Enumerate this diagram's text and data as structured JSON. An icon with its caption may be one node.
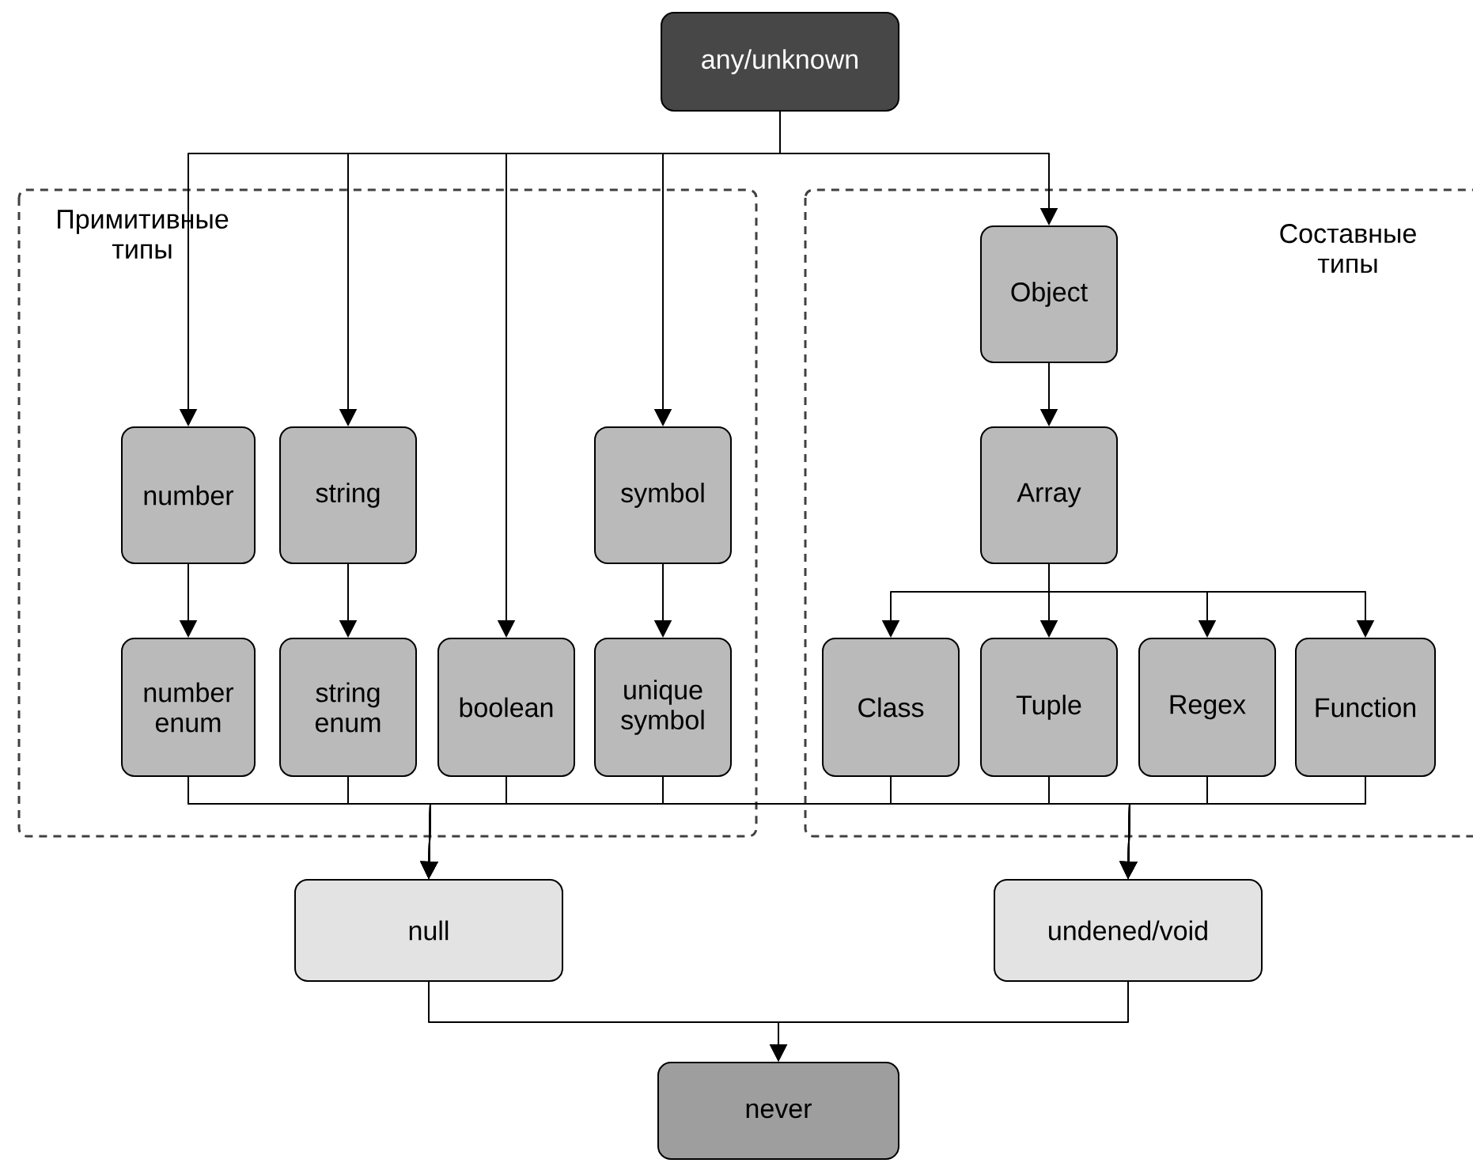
{
  "diagram": {
    "nodes": [
      {
        "text": [
          "any/unknown"
        ]
      },
      {
        "text": [
          "Примитивные типы"
        ]
      },
      {
        "text": [
          "Составные типы"
        ]
      },
      {
        "text": [
          "number"
        ],
        "in": 1
      },
      {
        "text": [
          "string"
        ],
        "in": 1
      },
      {
        "text": [
          "symbol"
        ],
        "in": 1
      },
      {
        "text": [
          "Object"
        ],
        "in": 2
      },
      {
        "text": [
          "Array"
        ],
        "in": 2
      },
      {
        "text": [
          "number enum"
        ],
        "in": 1
      },
      {
        "text": [
          "string enum"
        ],
        "in": 1
      },
      {
        "text": [
          "boolean"
        ],
        "in": 1
      },
      {
        "text": [
          "unique symbol"
        ],
        "in": 1
      },
      {
        "text": [
          "Class"
        ],
        "in": 2
      },
      {
        "text": [
          "Tuple"
        ],
        "in": 2
      },
      {
        "text": [
          "Regex"
        ],
        "in": 2
      },
      {
        "text": [
          "Function"
        ],
        "in": 2
      },
      {
        "text": [
          "null"
        ]
      },
      {
        "text": [
          "undened/void"
        ]
      },
      {
        "text": [
          "never"
        ]
      }
    ],
    "edges": [
      {
        "from": 0,
        "to": 3,
        "arrow": "to"
      },
      {
        "from": 0,
        "to": 4,
        "arrow": "to"
      },
      {
        "from": 0,
        "to": 10,
        "arrow": "to"
      },
      {
        "from": 0,
        "to": 5,
        "arrow": "to"
      },
      {
        "from": 0,
        "to": 6,
        "arrow": "to"
      },
      {
        "from": 3,
        "to": 8,
        "arrow": "to"
      },
      {
        "from": 4,
        "to": 9,
        "arrow": "to"
      },
      {
        "from": 5,
        "to": 11,
        "arrow": "to"
      },
      {
        "from": 6,
        "to": 7,
        "arrow": "to"
      },
      {
        "from": 7,
        "to": 12,
        "arrow": "to"
      },
      {
        "from": 7,
        "to": 13,
        "arrow": "to"
      },
      {
        "from": 7,
        "to": 14,
        "arrow": "to"
      },
      {
        "from": 7,
        "to": 15,
        "arrow": "to"
      },
      {
        "from": 8,
        "to": 16,
        "arrow": "to"
      },
      {
        "from": 9,
        "to": 16,
        "arrow": "to"
      },
      {
        "from": 10,
        "to": 16,
        "arrow": "to"
      },
      {
        "from": 11,
        "to": 16,
        "arrow": "to"
      },
      {
        "from": 12,
        "to": 16,
        "arrow": "to"
      },
      {
        "from": 13,
        "to": 16,
        "arrow": "to"
      },
      {
        "from": 14,
        "to": 16,
        "arrow": "to"
      },
      {
        "from": 15,
        "to": 16,
        "arrow": "to"
      },
      {
        "from": 8,
        "to": 17,
        "arrow": "to"
      },
      {
        "from": 9,
        "to": 17,
        "arrow": "to"
      },
      {
        "from": 10,
        "to": 17,
        "arrow": "to"
      },
      {
        "from": 11,
        "to": 17,
        "arrow": "to"
      },
      {
        "from": 12,
        "to": 17,
        "arrow": "to"
      },
      {
        "from": 13,
        "to": 17,
        "arrow": "to"
      },
      {
        "from": 14,
        "to": 17,
        "arrow": "to"
      },
      {
        "from": 15,
        "to": 17,
        "arrow": "to"
      },
      {
        "from": 16,
        "to": 18,
        "arrow": "to"
      },
      {
        "from": 17,
        "to": 18,
        "arrow": "to"
      }
    ]
  }
}
